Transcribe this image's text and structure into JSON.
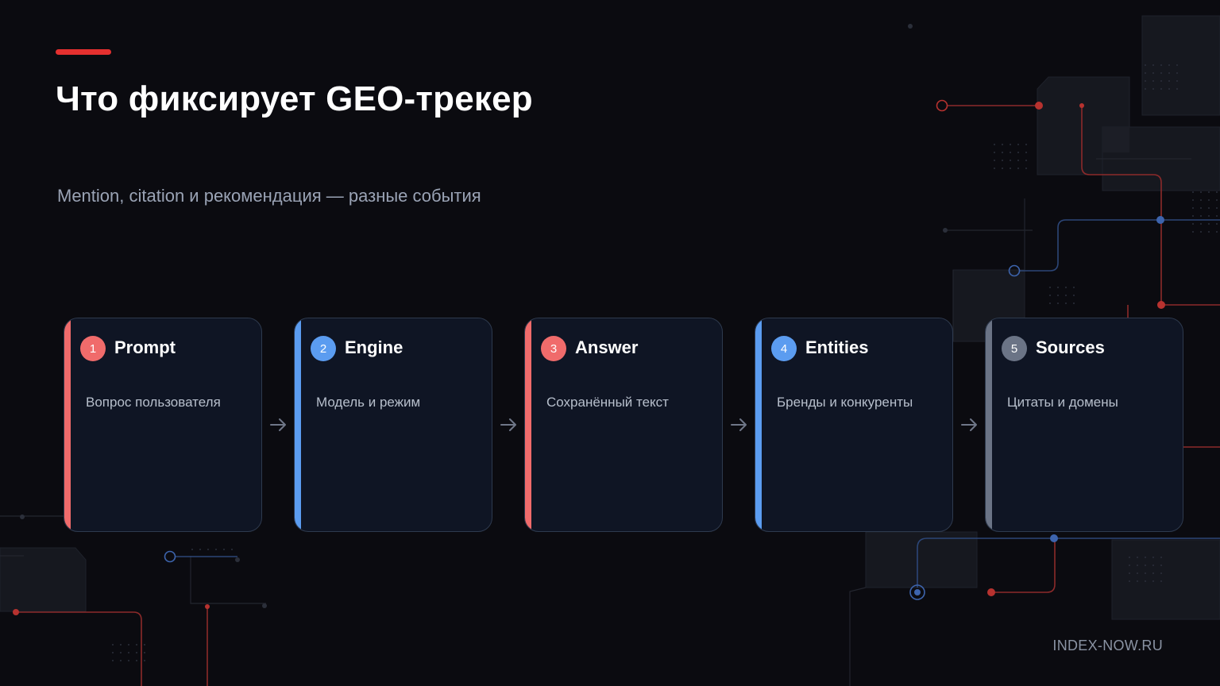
{
  "slide": {
    "title": "Что фиксирует GEO-трекер",
    "subtitle": "Mention, citation и рекомендация — разные события",
    "footer": "INDEX-NOW.RU"
  },
  "colors": {
    "red": "#f06b6b",
    "blue": "#5b9cf0",
    "gray": "#6b7486",
    "accent": "#e5302f"
  },
  "steps": [
    {
      "number": "1",
      "title": "Prompt",
      "description": "Вопрос пользователя",
      "color": "#f06b6b"
    },
    {
      "number": "2",
      "title": "Engine",
      "description": "Модель и режим",
      "color": "#5b9cf0"
    },
    {
      "number": "3",
      "title": "Answer",
      "description": "Сохранённый текст",
      "color": "#f06b6b"
    },
    {
      "number": "4",
      "title": "Entities",
      "description": "Бренды и конкуренты",
      "color": "#5b9cf0"
    },
    {
      "number": "5",
      "title": "Sources",
      "description": "Цитаты и домены",
      "color": "#6b7486"
    }
  ]
}
